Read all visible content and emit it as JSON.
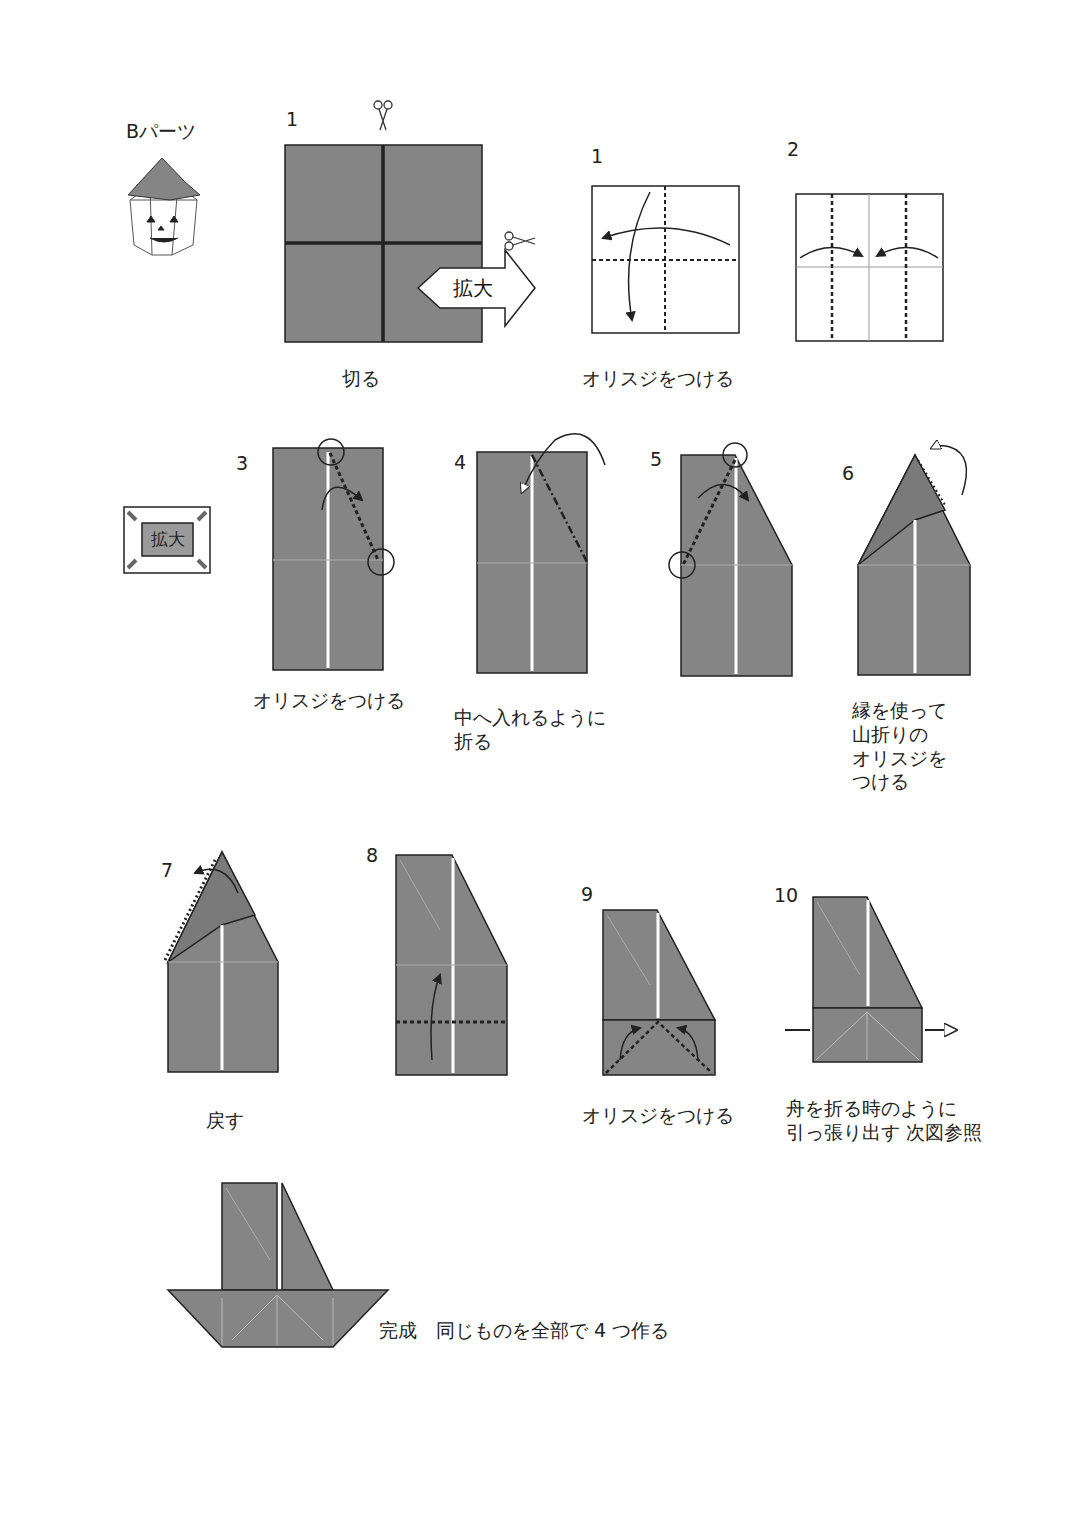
{
  "diagram": {
    "nodes": [
      {
        "text": [
          "拡大"
        ]
      },
      {
        "text": [
          "拡大"
        ]
      }
    ],
    "labels": [
      "Bパーツ",
      "1",
      "切る",
      "1",
      "オリスジをつける",
      "2",
      "3",
      "オリスジをつける",
      "4",
      "中へ入れるように 折る",
      "5",
      "6",
      "縁を使って 山折りの オリスジを つける",
      "7",
      "戻す",
      "8",
      "9",
      "オリスジをつける",
      "10",
      "舟を折る時のように 引っ張り出す 次図参照",
      "完成　同じものを全部で 4 つ作る"
    ]
  }
}
